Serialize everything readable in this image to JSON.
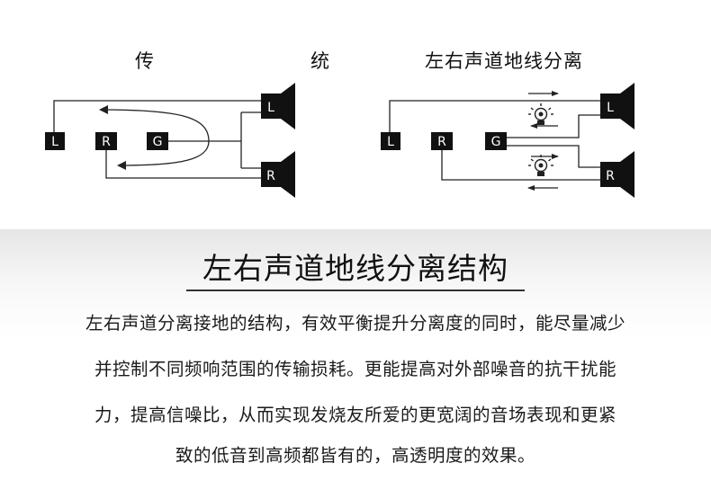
{
  "left_diagram": {
    "title": "传　　统",
    "channels": [
      "L",
      "R",
      "G"
    ],
    "speakers": [
      "L",
      "R"
    ]
  },
  "right_diagram": {
    "title": "左右声道地线分离",
    "channels": [
      "L",
      "R",
      "G"
    ],
    "speakers": [
      "L",
      "R"
    ]
  },
  "section": {
    "heading": "左右声道地线分离结构",
    "paragraph_lines": [
      "左右声道分离接地的结构，有效平衡提升分离度的同时，能尽量减少",
      "并控制不同频响范围的传输损耗。更能提高对外部噪音的抗干扰能",
      "力，提高信噪比，从而实现发烧友所爱的更宽阔的音场表现和更紧",
      "致的低音到高频都皆有的，高透明度的效果。"
    ]
  },
  "colors": {
    "label_box": "#111111",
    "label_text": "#ffffff",
    "line": "#222222",
    "heading_rule": "#333333"
  }
}
